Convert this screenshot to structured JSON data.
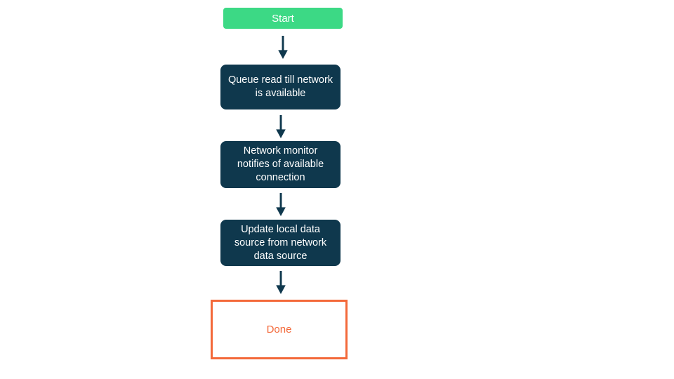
{
  "flowchart": {
    "nodes": [
      {
        "id": "start",
        "type": "start",
        "label": "Start"
      },
      {
        "id": "step1",
        "type": "process",
        "label": "Queue read till network is available"
      },
      {
        "id": "step2",
        "type": "process",
        "label": "Network monitor notifies of available connection"
      },
      {
        "id": "step3",
        "type": "process",
        "label": "Update local data source from network data source"
      },
      {
        "id": "done",
        "type": "end",
        "label": "Done"
      }
    ],
    "connectors": [
      {
        "from": "start",
        "to": "step1",
        "icon": "arrow-down-icon"
      },
      {
        "from": "step1",
        "to": "step2",
        "icon": "arrow-down-icon"
      },
      {
        "from": "step2",
        "to": "step3",
        "icon": "arrow-down-icon"
      },
      {
        "from": "step3",
        "to": "done",
        "icon": "arrow-down-icon"
      }
    ]
  },
  "colors": {
    "start-bg": "#3cd985",
    "process-bg": "#0f384d",
    "arrow": "#0f384d",
    "end-border": "#f3693a",
    "end-text": "#f3693a",
    "node-text": "#ffffff",
    "canvas-bg": "#ffffff"
  }
}
